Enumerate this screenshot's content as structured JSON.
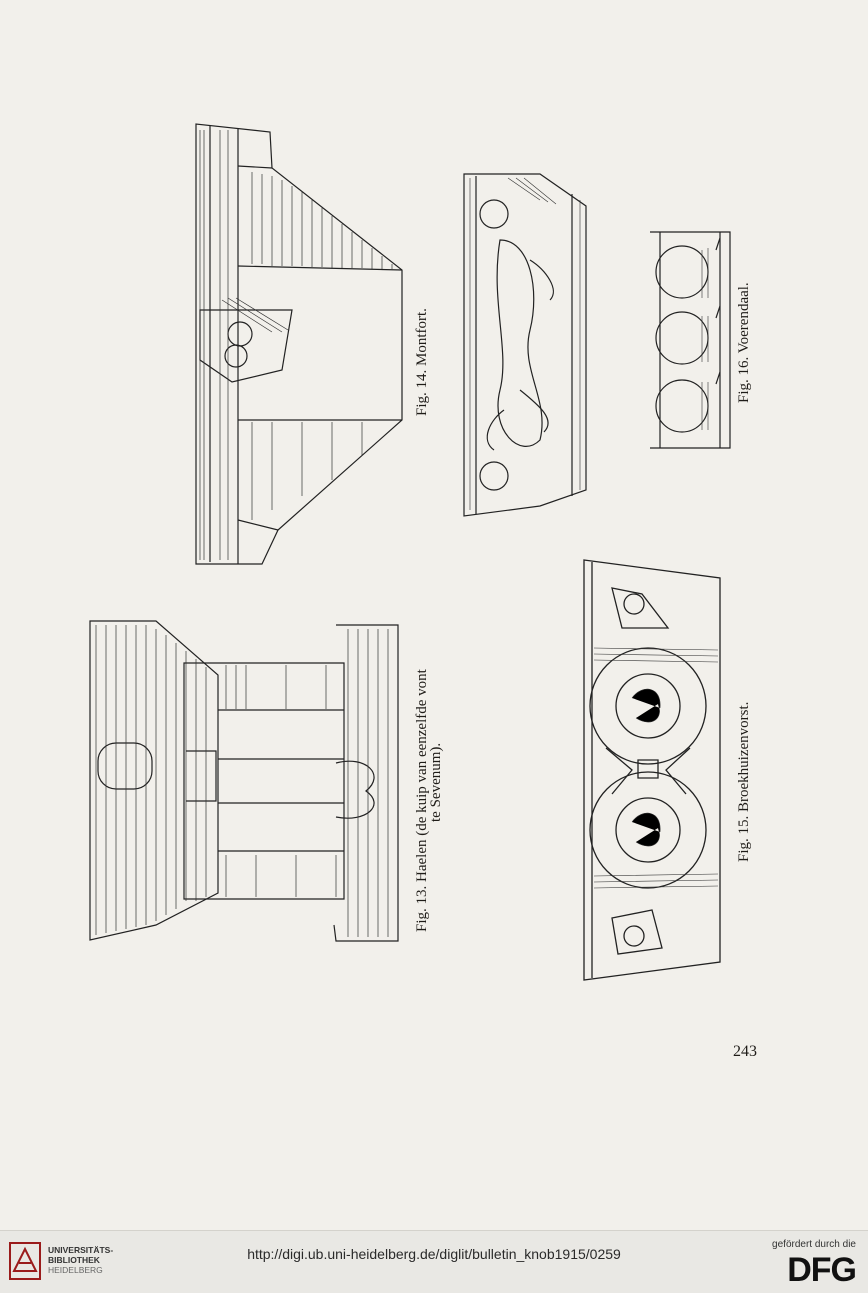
{
  "page": {
    "page_number": "243"
  },
  "figures": [
    {
      "id": "fig14",
      "caption": "Fig. 14. Montfort."
    },
    {
      "id": "fig13",
      "caption_line1": "Fig. 13. Haelen (de kuip van eenzelfde vont",
      "caption_line2": "te Sevenum)."
    },
    {
      "id": "fig16",
      "caption": "Fig. 16. Voerendaal."
    },
    {
      "id": "fig15",
      "caption": "Fig. 15. Broekhuizenvorst."
    }
  ],
  "footer": {
    "library_line1": "UNIVERSITÄTS-",
    "library_line2": "BIBLIOTHEK",
    "library_line3": "HEIDELBERG",
    "url": "http://digi.ub.uni-heidelberg.de/diglit/bulletin_knob1915/0259",
    "funding_note": "gefördert durch die",
    "funder_logo": "DFG",
    "logo_icon": "heidelberg-library-seal"
  }
}
